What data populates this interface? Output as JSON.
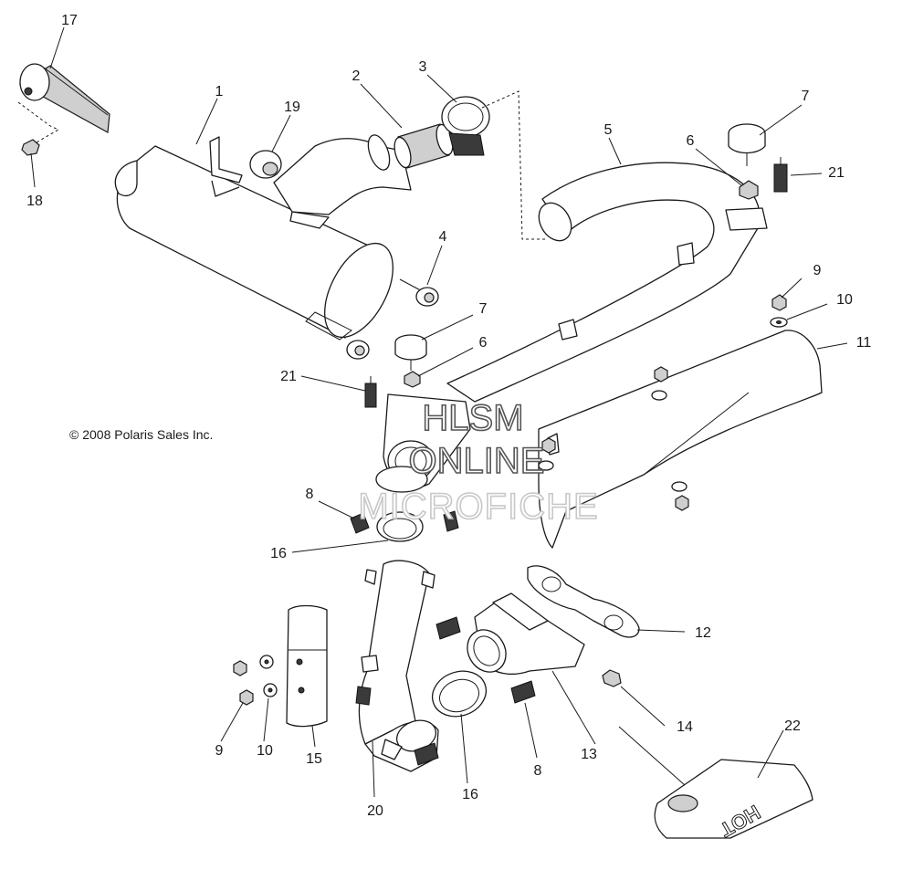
{
  "copyright": "© 2008 Polaris Sales Inc.",
  "watermark": {
    "line1": "HLSM",
    "line2": "ONLINE",
    "line3": "MICROFICHE"
  },
  "plate_text": "HOT",
  "callouts": {
    "c1": "1",
    "c2": "2",
    "c3": "3",
    "c4": "4",
    "c5": "5",
    "c6a": "6",
    "c6b": "6",
    "c7a": "7",
    "c7b": "7",
    "c8a": "8",
    "c8b": "8",
    "c9a": "9",
    "c9b": "9",
    "c10a": "10",
    "c10b": "10",
    "c11": "11",
    "c12": "12",
    "c13": "13",
    "c14": "14",
    "c15": "15",
    "c16a": "16",
    "c16b": "16",
    "c17": "17",
    "c18": "18",
    "c19": "19",
    "c20": "20",
    "c21a": "21",
    "c21b": "21",
    "c22": "22"
  }
}
